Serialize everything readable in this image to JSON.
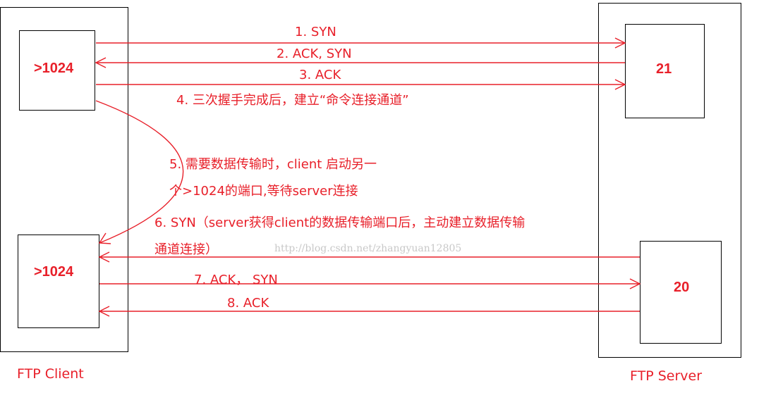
{
  "client": {
    "caption": "FTP Client",
    "command_port": ">1024",
    "data_port": ">1024"
  },
  "server": {
    "caption": "FTP Server",
    "command_port": "21",
    "data_port": "20"
  },
  "steps": {
    "s1": "1. SYN",
    "s2": "2. ACK, SYN",
    "s3": "3. ACK",
    "s4": "4. 三次握手完成后，建立“命令连接通道”",
    "s5_line1": "5. 需要数据传输时，client 启动另一",
    "s5_line2": "个>1024的端口,等待server连接",
    "s6_line1": "6. SYN（server获得client的数据传输端口后，主动建立数据传输",
    "s6_line2": "通道连接）",
    "s7": "7. ACK， SYN",
    "s8": "8. ACK"
  },
  "watermark": "http://blog.csdn.net/zhangyuan12805",
  "colors": {
    "accent": "#e8202a",
    "line": "#000000"
  }
}
